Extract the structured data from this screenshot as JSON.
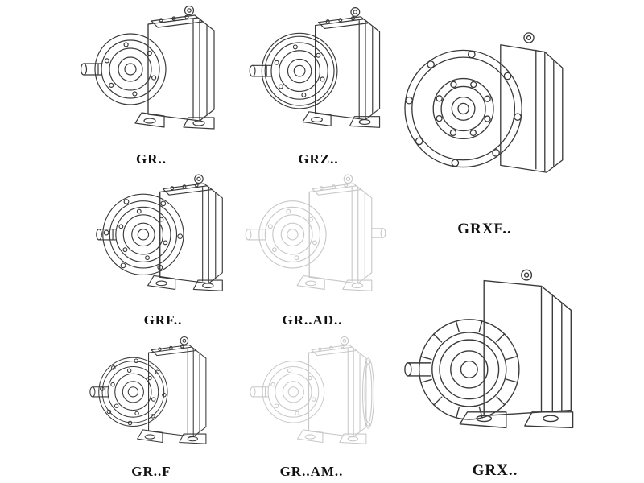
{
  "page": {
    "background": "#ffffff",
    "line_color": "#3a3a3a",
    "ghost_line_color": "#c8c8c8",
    "items": [
      {
        "id": "gr",
        "label": "GR..",
        "variant": "foot",
        "ghost": false
      },
      {
        "id": "grz",
        "label": "GRZ..",
        "variant": "foot-z",
        "ghost": false
      },
      {
        "id": "grxf",
        "label": "GRXF..",
        "variant": "flange-large",
        "ghost": false
      },
      {
        "id": "grf",
        "label": "GRF..",
        "variant": "flange",
        "ghost": false
      },
      {
        "id": "gr-ad",
        "label": "GR..AD..",
        "variant": "foot-rear",
        "ghost": true
      },
      {
        "id": "gr-f",
        "label": "GR..F",
        "variant": "flange-foot",
        "ghost": false
      },
      {
        "id": "gr-am",
        "label": "GR..AM..",
        "variant": "foot-adapter",
        "ghost": true
      },
      {
        "id": "grx",
        "label": "GRX..",
        "variant": "ribbed-large",
        "ghost": false
      }
    ]
  }
}
